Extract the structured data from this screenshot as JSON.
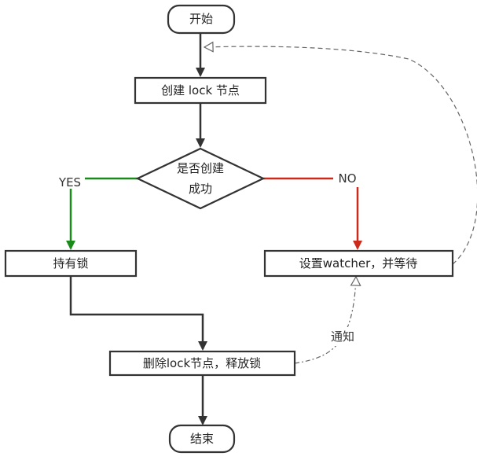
{
  "nodes": {
    "start": "开始",
    "create_lock": "创建 lock 节点",
    "decision_line1": "是否创建",
    "decision_line2": "成功",
    "hold_lock": "持有锁",
    "watch_wait": "设置watcher，并等待",
    "delete_release": "删除lock节点，释放锁",
    "end": "结束"
  },
  "edge_labels": {
    "yes": "YES",
    "no": "NO",
    "notify": "通知"
  },
  "colors": {
    "default_line": "#333333",
    "yes_line": "#1a8a1a",
    "no_line": "#cc2a1a",
    "dashed_line": "#666666",
    "node_border": "#333333",
    "node_fill": "#ffffff"
  }
}
